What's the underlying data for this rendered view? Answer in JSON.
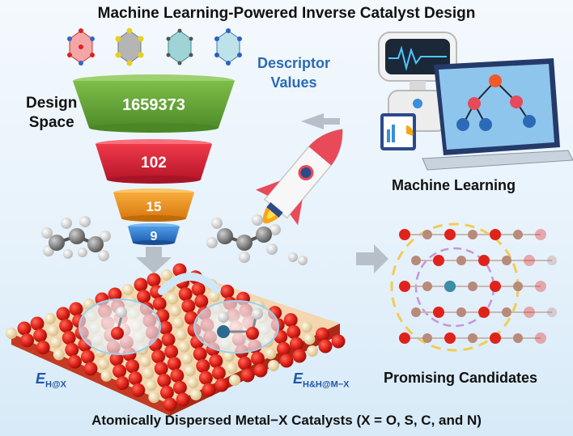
{
  "title": "Machine Learning-Powered Inverse Catalyst Design",
  "design_space_label": [
    "Design",
    "Space"
  ],
  "descriptor_label": [
    "Descriptor",
    "Values"
  ],
  "machine_learning_label": "Machine Learning",
  "candidates_label": "Promising Candidates",
  "footer": "Atomically Dispersed Metal−X Catalysts (X = O, S, C, and N)",
  "energy_left": {
    "symbol": "E",
    "sub": "H@X"
  },
  "energy_right": {
    "symbol": "E",
    "sub": "H&H@M−X"
  },
  "funnel": {
    "levels": [
      {
        "value": "1659373",
        "color": "#6aaa3c"
      },
      {
        "value": "102",
        "color": "#e0283c"
      },
      {
        "value": "15",
        "color": "#f09620"
      },
      {
        "value": "9",
        "color": "#2f7dd0"
      }
    ]
  },
  "colors": {
    "accent_blue": "#2a6bb5",
    "surface_red": "#e0231a",
    "atom_cream": "#f0dcb0"
  }
}
